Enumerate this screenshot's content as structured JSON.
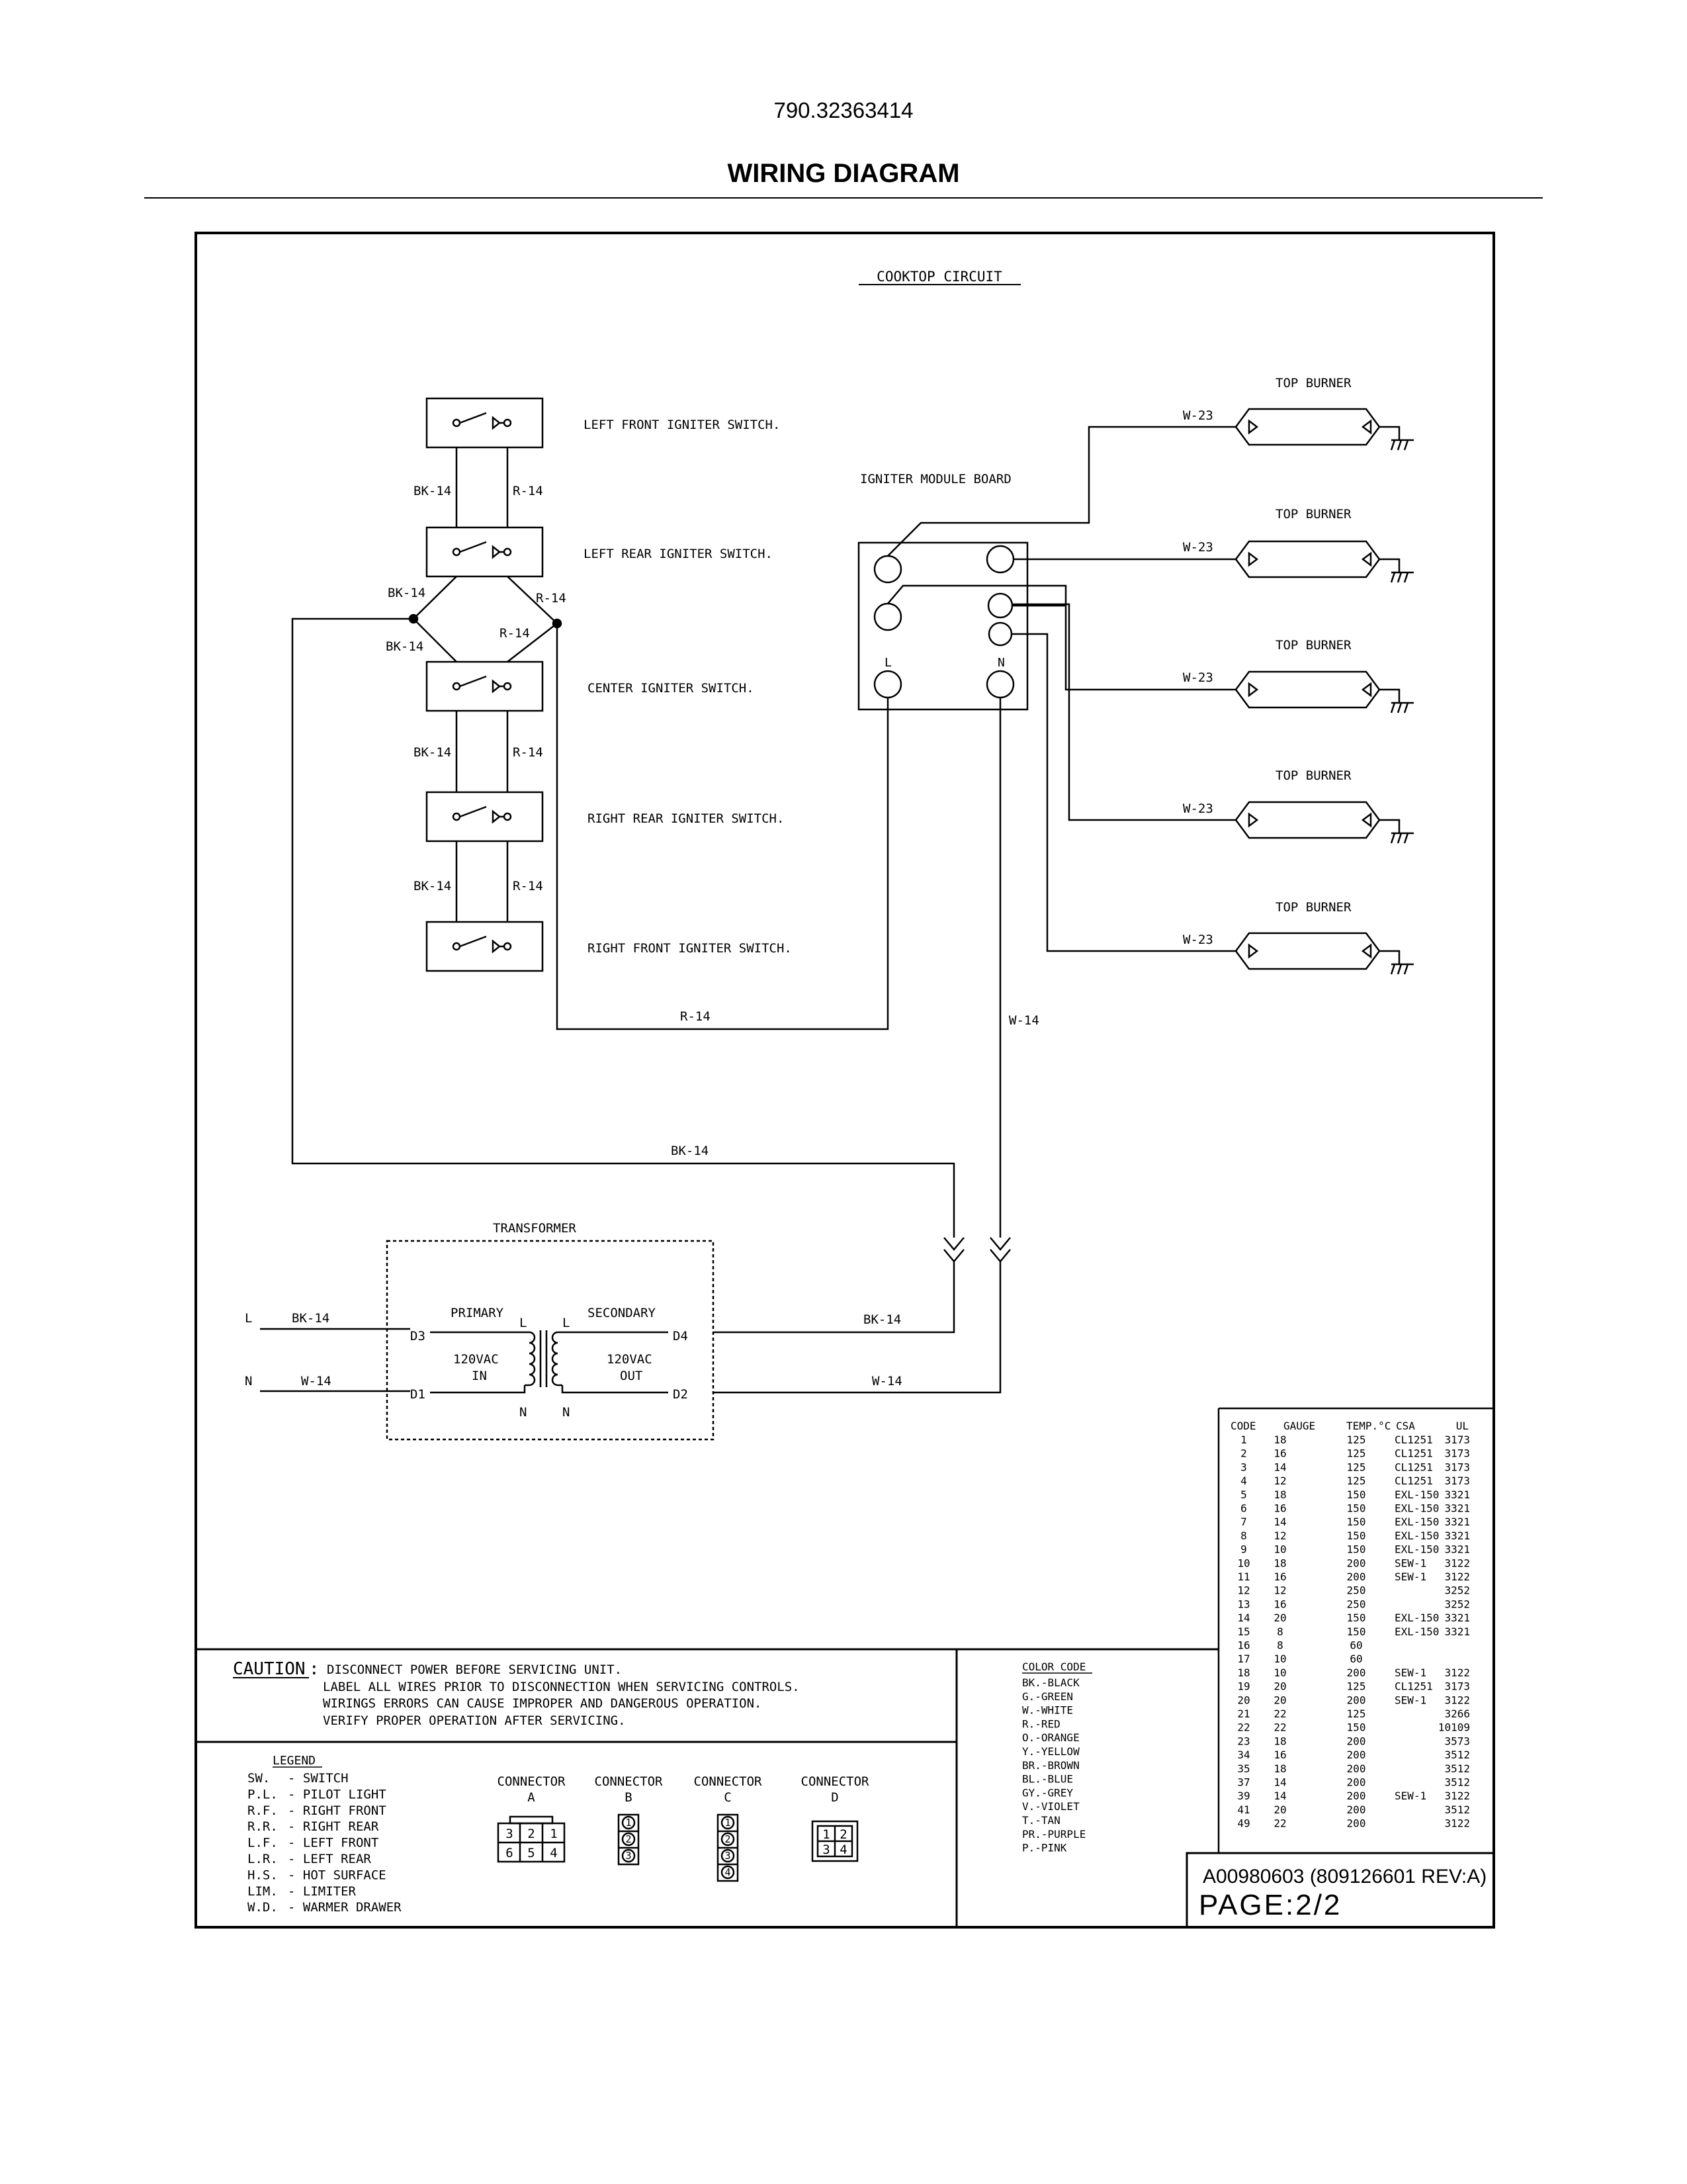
{
  "header": {
    "model_number": "790.32363414",
    "title": "WIRING DIAGRAM"
  },
  "circuit_title": "COOKTOP CIRCUIT",
  "switches": [
    {
      "label": "LEFT FRONT IGNITER SWITCH."
    },
    {
      "label": "LEFT REAR IGNITER SWITCH."
    },
    {
      "label": "CENTER IGNITER SWITCH."
    },
    {
      "label": "RIGHT REAR IGNITER SWITCH."
    },
    {
      "label": "RIGHT FRONT IGNITER SWITCH."
    }
  ],
  "wire_labels": {
    "bk14": "BK-14",
    "r14": "R-14",
    "w14": "W-14",
    "w23": "W-23"
  },
  "module": {
    "label": "IGNITER MODULE BOARD",
    "line": "L",
    "neutral": "N"
  },
  "burner_label": "TOP BURNER",
  "transformer": {
    "label": "TRANSFORMER",
    "primary": "PRIMARY",
    "secondary": "SECONDARY",
    "in_voltage": "120VAC",
    "in_text": "IN",
    "out_voltage": "120VAC",
    "out_text": "OUT",
    "d1": "D1",
    "d2": "D2",
    "d3": "D3",
    "d4": "D4",
    "l": "L",
    "n": "N"
  },
  "supply": {
    "line": "L",
    "neutral": "N"
  },
  "wire_table": {
    "headers": [
      "CODE",
      "GAUGE",
      "TEMP.°C",
      "CSA",
      "UL"
    ],
    "rows": [
      [
        "1",
        "18",
        "125",
        "CL1251",
        "3173"
      ],
      [
        "2",
        "16",
        "125",
        "CL1251",
        "3173"
      ],
      [
        "3",
        "14",
        "125",
        "CL1251",
        "3173"
      ],
      [
        "4",
        "12",
        "125",
        "CL1251",
        "3173"
      ],
      [
        "5",
        "18",
        "150",
        "EXL-150",
        "3321"
      ],
      [
        "6",
        "16",
        "150",
        "EXL-150",
        "3321"
      ],
      [
        "7",
        "14",
        "150",
        "EXL-150",
        "3321"
      ],
      [
        "8",
        "12",
        "150",
        "EXL-150",
        "3321"
      ],
      [
        "9",
        "10",
        "150",
        "EXL-150",
        "3321"
      ],
      [
        "10",
        "18",
        "200",
        "SEW-1",
        "3122"
      ],
      [
        "11",
        "16",
        "200",
        "SEW-1",
        "3122"
      ],
      [
        "12",
        "12",
        "250",
        "",
        "3252"
      ],
      [
        "13",
        "16",
        "250",
        "",
        "3252"
      ],
      [
        "14",
        "20",
        "150",
        "EXL-150",
        "3321"
      ],
      [
        "15",
        "8",
        "150",
        "EXL-150",
        "3321"
      ],
      [
        "16",
        "8",
        "60",
        "",
        ""
      ],
      [
        "17",
        "10",
        "60",
        "",
        ""
      ],
      [
        "18",
        "10",
        "200",
        "SEW-1",
        "3122"
      ],
      [
        "19",
        "20",
        "125",
        "CL1251",
        "3173"
      ],
      [
        "20",
        "20",
        "200",
        "SEW-1",
        "3122"
      ],
      [
        "21",
        "22",
        "125",
        "",
        "3266"
      ],
      [
        "22",
        "22",
        "150",
        "",
        "10109"
      ],
      [
        "23",
        "18",
        "200",
        "",
        "3573"
      ],
      [
        "34",
        "16",
        "200",
        "",
        "3512"
      ],
      [
        "35",
        "18",
        "200",
        "",
        "3512"
      ],
      [
        "37",
        "14",
        "200",
        "",
        "3512"
      ],
      [
        "39",
        "14",
        "200",
        "SEW-1",
        "3122"
      ],
      [
        "41",
        "20",
        "200",
        "",
        "3512"
      ],
      [
        "49",
        "22",
        "200",
        "",
        "3122"
      ]
    ]
  },
  "caution": {
    "heading": "CAUTION",
    "colon": ":",
    "lines": [
      "DISCONNECT POWER BEFORE SERVICING UNIT.",
      "LABEL ALL WIRES PRIOR TO DISCONNECTION WHEN SERVICING CONTROLS.",
      "WIRINGS ERRORS CAN CAUSE IMPROPER AND DANGEROUS OPERATION.",
      "VERIFY PROPER OPERATION AFTER SERVICING."
    ]
  },
  "color_code": {
    "heading": "COLOR CODE",
    "items": [
      "BK.-BLACK",
      "G.-GREEN",
      "W.-WHITE",
      "R.-RED",
      "O.-ORANGE",
      "Y.-YELLOW",
      "BR.-BROWN",
      "BL.-BLUE",
      "GY.-GREY",
      "V.-VIOLET",
      "T.-TAN",
      "PR.-PURPLE",
      "P.-PINK"
    ]
  },
  "legend": {
    "heading": "LEGEND",
    "items": [
      {
        "abbr": "SW.",
        "text": "- SWITCH"
      },
      {
        "abbr": "P.L.",
        "text": "- PILOT LIGHT"
      },
      {
        "abbr": "R.F.",
        "text": "- RIGHT FRONT"
      },
      {
        "abbr": "R.R.",
        "text": "- RIGHT REAR"
      },
      {
        "abbr": "L.F.",
        "text": "- LEFT FRONT"
      },
      {
        "abbr": "L.R.",
        "text": "- LEFT REAR"
      },
      {
        "abbr": "H.S.",
        "text": "- HOT SURFACE"
      },
      {
        "abbr": "LIM.",
        "text": "- LIMITER"
      },
      {
        "abbr": "W.D.",
        "text": "- WARMER DRAWER"
      }
    ]
  },
  "connectors": [
    {
      "label": "CONNECTOR",
      "letter": "A",
      "pins": [
        "3",
        "2",
        "1",
        "6",
        "5",
        "4"
      ]
    },
    {
      "label": "CONNECTOR",
      "letter": "B",
      "pins": [
        "1",
        "2",
        "3"
      ]
    },
    {
      "label": "CONNECTOR",
      "letter": "C",
      "pins": [
        "1",
        "2",
        "3",
        "4"
      ]
    },
    {
      "label": "CONNECTOR",
      "letter": "D",
      "pins": [
        "1",
        "2",
        "3",
        "4"
      ]
    }
  ],
  "document": {
    "part_number": "A00980603 (809126601 REV:A)",
    "page": "PAGE:2/2"
  }
}
